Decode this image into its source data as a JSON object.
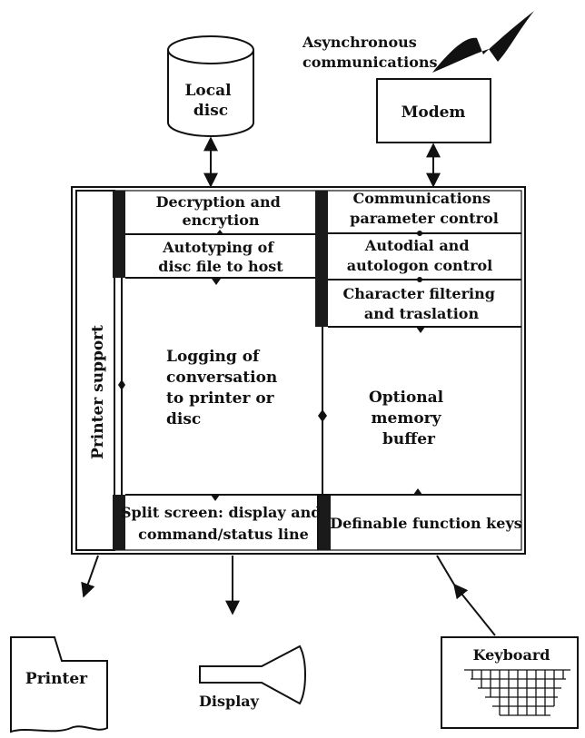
{
  "nodes": {
    "local_disc": [
      "Local",
      "disc"
    ],
    "async_comm": [
      "Asynchronous",
      "communications"
    ],
    "modem": "Modem",
    "decryption": [
      "Decryption and",
      "encrytion"
    ],
    "autotyping": [
      "Autotyping of",
      "disc file to host"
    ],
    "comm_param": [
      "Communications",
      "parameter control"
    ],
    "autodial": [
      "Autodial and",
      "autologon control"
    ],
    "char_filter": [
      "Character filtering",
      "and traslation"
    ],
    "logging": [
      "Logging of",
      "conversation",
      "to printer or",
      "disc"
    ],
    "optional_buffer": [
      "Optional",
      "memory",
      "buffer"
    ],
    "printer_support": "Printer support",
    "split_screen": [
      "Split screen: display and",
      "command/status line"
    ],
    "function_keys": "Definable function keys",
    "printer": "Printer",
    "display": "Display",
    "keyboard": "Keyboard"
  },
  "colors": {
    "ink": "#111111",
    "paper": "#ffffff"
  }
}
